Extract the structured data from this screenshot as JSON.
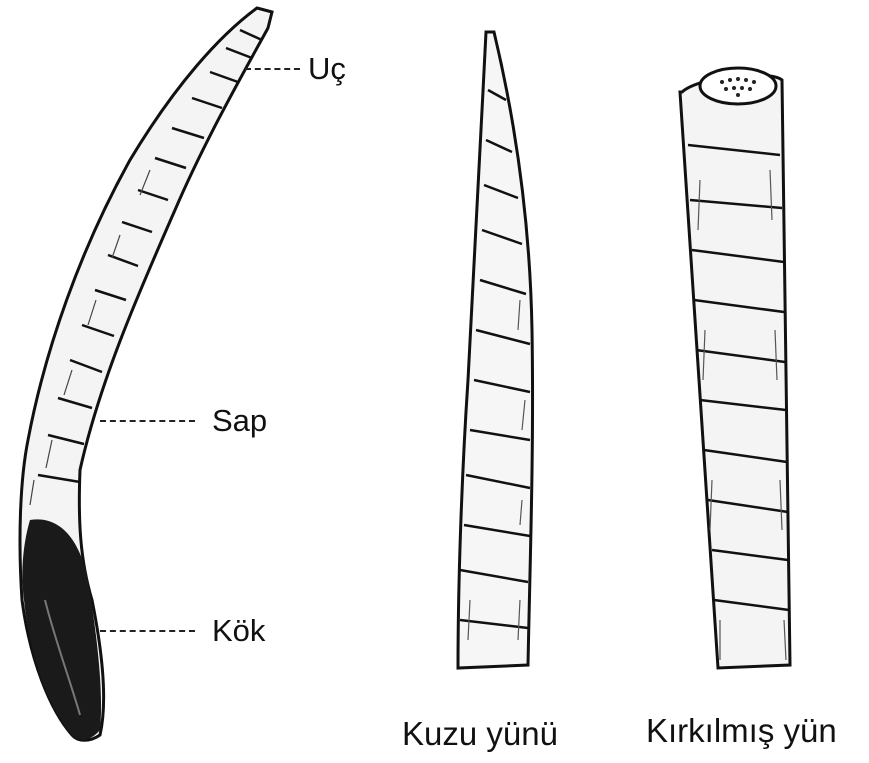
{
  "diagram": {
    "labels": {
      "tip": "Uç",
      "shaft": "Sap",
      "root": "Kök"
    },
    "captions": {
      "lamb_wool": "Kuzu yünü",
      "shorn_wool": "Kırkılmış yün"
    }
  }
}
